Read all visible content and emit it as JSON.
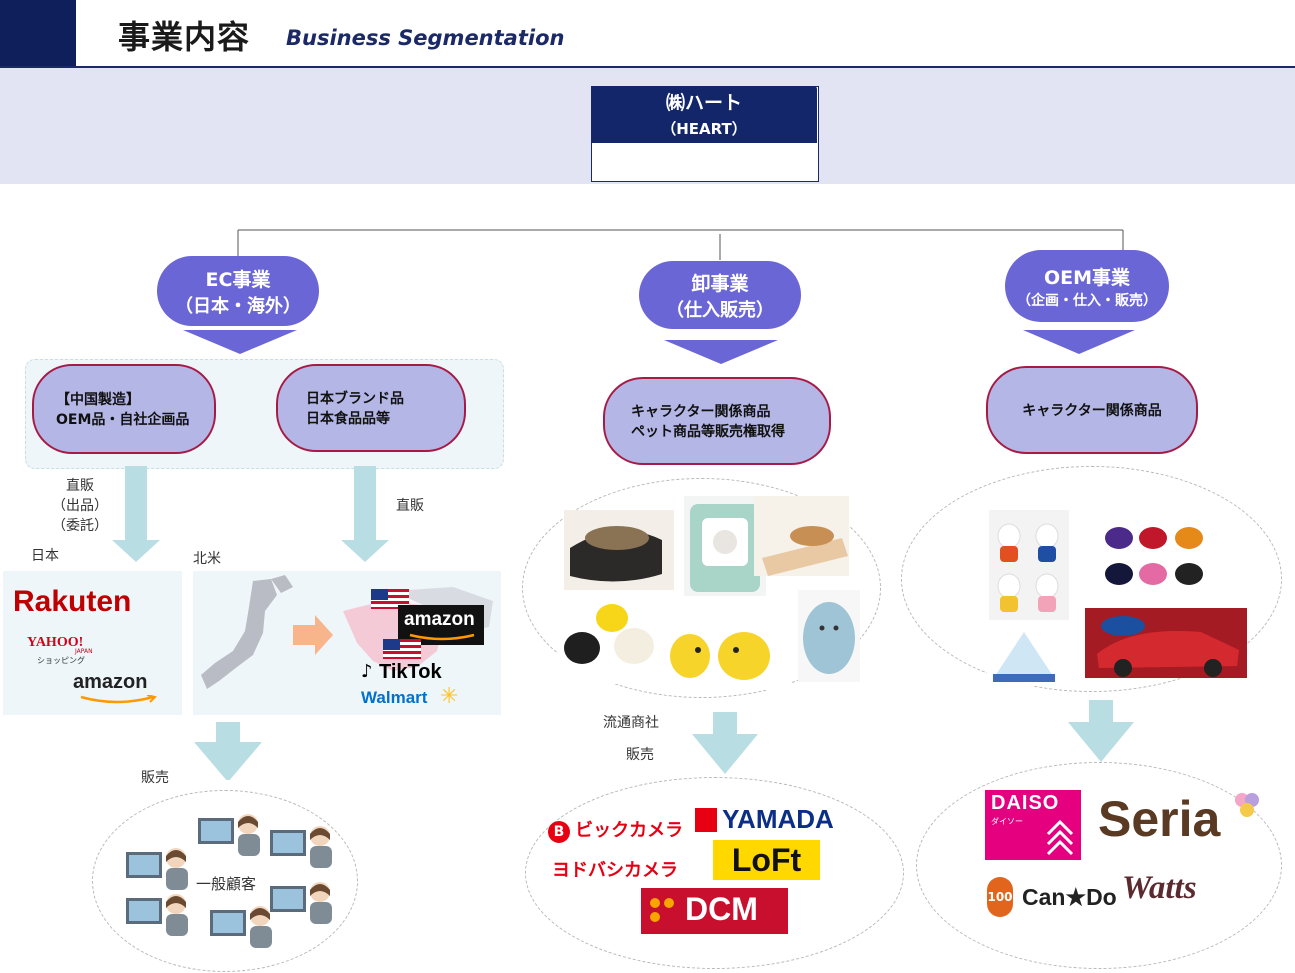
{
  "header": {
    "title": "事業内容",
    "subtitle": "Business Segmentation"
  },
  "company": {
    "name": "㈱ハート",
    "sub": "（HEART）"
  },
  "segments": [
    {
      "title": "EC事業",
      "sub": "（日本・海外）"
    },
    {
      "title": "卸事業",
      "sub": "（仕入販売）"
    },
    {
      "title": "OEM事業",
      "sub": "（企画・仕入・販売）"
    }
  ],
  "ec": {
    "pill1_l1": "【中国製造】",
    "pill1_l2": "OEM品・自社企画品",
    "pill2_l1": "日本ブランド品",
    "pill2_l2": "日本食品品等",
    "label_direct_l1": "直販",
    "label_direct_l2": "（出品）",
    "label_direct_l3": "（委託）",
    "label_direct2": "直販",
    "label_japan": "日本",
    "label_na": "北米",
    "japan_logos": [
      "Rakuten",
      "YAHOO!",
      "JAPAN",
      "ショッピング",
      "amazon"
    ],
    "na_logos": [
      "amazon",
      "TikTok",
      "Walmart"
    ],
    "label_sales": "販売",
    "customers": "一般顧客"
  },
  "wholesale": {
    "pill_l1": "キャラクター関係商品",
    "pill_l2": "ペット商品等販売権取得",
    "label_dist": "流通商社",
    "label_sales": "販売",
    "retailers": [
      "ビックカメラ",
      "YAMADA",
      "ヨドバシカメラ",
      "LoFt",
      "DCM"
    ]
  },
  "oem": {
    "pill": "キャラクター関係商品",
    "retailers": [
      "DAISO",
      "ダイソー",
      "Seria",
      "Can★Do",
      "100",
      "Watts"
    ]
  },
  "colors": {
    "navy": "#13266a",
    "segment": "#6b66d6",
    "pill": "#b4b6e6",
    "arrow": "#b8dde3"
  }
}
